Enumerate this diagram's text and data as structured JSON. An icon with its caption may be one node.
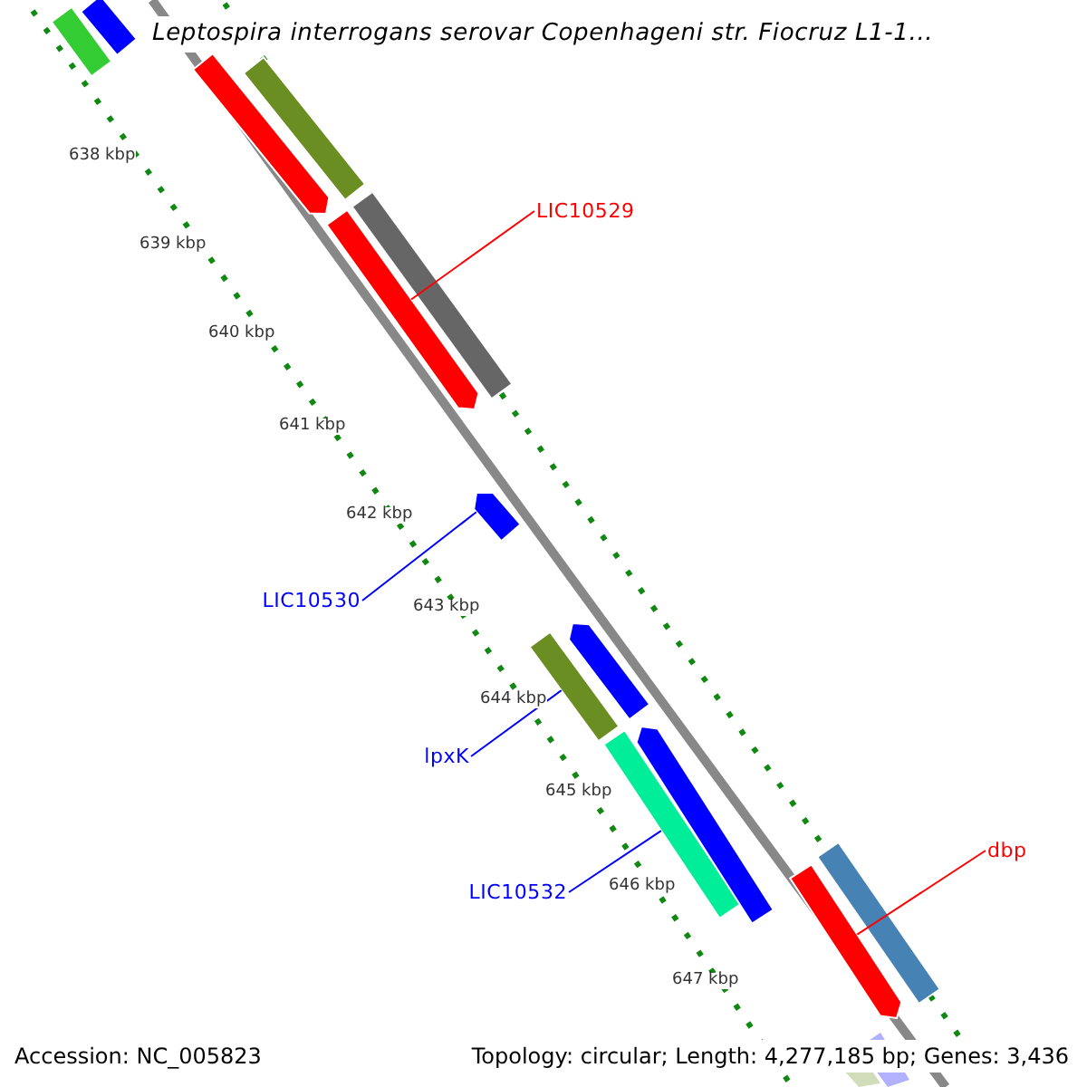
{
  "diagram": {
    "title": "Leptospira interrogans serovar Copenhageni str. Fiocruz L1-1...",
    "nodes": [
      {
        "text": [],
        "shape": "bar"
      },
      {
        "text": [],
        "shape": "bar"
      },
      {
        "text": [],
        "shape": "bar"
      },
      {
        "text": [],
        "shape": "bar"
      },
      {
        "text": [],
        "shape": "bar"
      },
      {
        "text": [],
        "shape": "bar"
      },
      {
        "text": [],
        "shape": "bar"
      },
      {
        "text": [],
        "shape": "bar"
      },
      {
        "text": [],
        "shape": "bar"
      },
      {
        "text": [],
        "shape": "bar"
      },
      {
        "text": [],
        "shape": "bar"
      },
      {
        "text": [],
        "shape": "bar"
      },
      {
        "text": [],
        "shape": "bar"
      },
      {
        "text": [
          "LIC10529"
        ]
      },
      {
        "text": [
          "LIC10530"
        ]
      },
      {
        "text": [
          "lpxK"
        ]
      },
      {
        "text": [
          "LIC10532"
        ]
      },
      {
        "text": [
          "dbp"
        ]
      }
    ],
    "edges": [
      {
        "from": 13,
        "to": 4,
        "arrow": "none",
        "color": "#ff0000"
      },
      {
        "from": 14,
        "to": 6,
        "arrow": "none",
        "color": "#0000ff"
      },
      {
        "from": 15,
        "to": 8,
        "arrow": "none",
        "color": "#0000ff"
      },
      {
        "from": 16,
        "to": 9,
        "arrow": "none",
        "color": "#0000ff"
      },
      {
        "from": 17,
        "to": 11,
        "arrow": "none",
        "color": "#ff0000"
      }
    ],
    "labels": [
      "638 kbp",
      "639 kbp",
      "640 kbp",
      "641 kbp",
      "642 kbp",
      "643 kbp",
      "644 kbp",
      "645 kbp",
      "646 kbp",
      "647 kbp",
      "Accession: NC_005823",
      "Topology: circular; Length: 4,277,185 bp; Genes: 3,436"
    ]
  }
}
